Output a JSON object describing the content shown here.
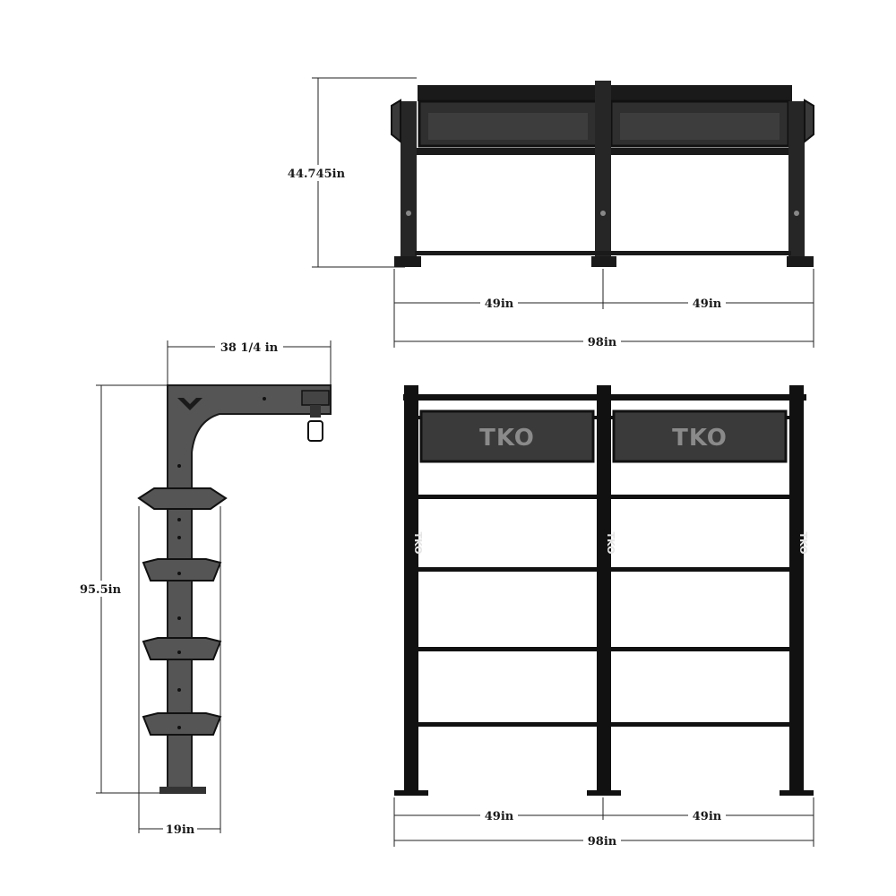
{
  "diagram": {
    "top_view": {
      "height_label": "44.745in",
      "bay_left_label": "49in",
      "bay_right_label": "49in",
      "total_width_label": "98in"
    },
    "side_view": {
      "depth_label": "38 1/4 in",
      "height_label": "95.5in",
      "base_label": "19in"
    },
    "front_view": {
      "panel_left_text": "TKO",
      "panel_right_text": "TKO",
      "upright_logo_left": "TKO",
      "upright_logo_middle": "TKO",
      "upright_logo_right": "TKO",
      "bay_left_label": "49in",
      "bay_right_label": "49in",
      "total_width_label": "98in"
    }
  },
  "colors": {
    "frame": "#111111",
    "panel": "#3a3a3a",
    "side_frame": "#555555",
    "dimension_line": "#222222"
  }
}
